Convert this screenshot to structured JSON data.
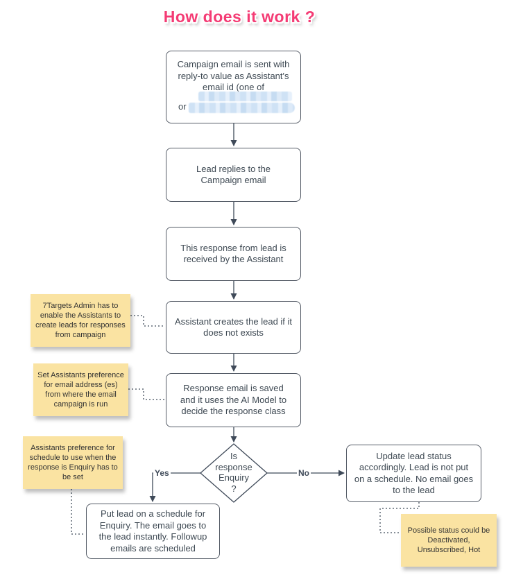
{
  "title": "How does it work ?",
  "colors": {
    "title_pink": "#f43b74",
    "node_border": "#545b66",
    "node_text": "#3d4852",
    "connector": "#3f4a59",
    "note_bg": "#fae3a2",
    "redacted_blue": "#cfe2f5"
  },
  "flow": {
    "box1": {
      "text": "Campaign email is sent with reply-to value as Assistant's email id (one of",
      "or_label": "or"
    },
    "box2": {
      "text": "Lead replies to the Campaign email"
    },
    "box3": {
      "text": "This response from lead is received by the Assistant"
    },
    "box4": {
      "text": "Assistant creates the lead if it does not exists"
    },
    "box5": {
      "text": "Response email is saved and it uses the AI Model to decide the response class"
    },
    "decision": {
      "lines": [
        "Is",
        "response",
        "Enquiry",
        "?"
      ]
    },
    "yes_label": "Yes",
    "no_label": "No",
    "yes_box": {
      "text": "Put lead on a schedule for Enquiry. The email goes to the lead instantly. Followup emails are scheduled"
    },
    "no_box": {
      "text": "Update lead status accordingly. Lead is not put on a schedule. No email goes to the lead"
    }
  },
  "notes": {
    "note1": "7Targets Admin has to enable the Assistants to create leads for responses from campaign",
    "note2": "Set Assistants preference for email address (es) from where the email campaign is run",
    "note3": "Assistants preference for schedule to use when the response is Enquiry has to be set",
    "note4": "Possible status could be Deactivated, Unsubscribed, Hot"
  }
}
